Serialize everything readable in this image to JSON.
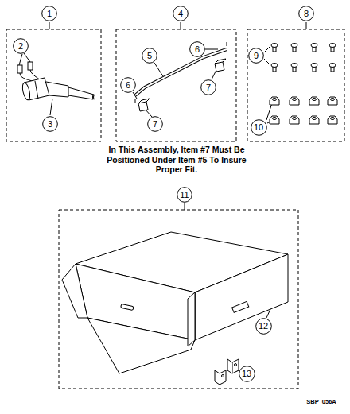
{
  "diagram": {
    "nodes": [
      {
        "text": [
          "1"
        ]
      },
      {
        "text": [
          "4"
        ]
      },
      {
        "text": [
          "8"
        ]
      },
      {
        "text": [
          "2"
        ]
      },
      {
        "text": [
          "6"
        ]
      },
      {
        "text": [
          "5"
        ]
      },
      {
        "text": [
          "9"
        ]
      },
      {
        "text": [
          "6"
        ]
      },
      {
        "text": [
          "7"
        ]
      },
      {
        "text": [
          "7"
        ]
      },
      {
        "text": [
          "10"
        ]
      },
      {
        "text": [
          "3"
        ]
      },
      {
        "text": [
          "11"
        ]
      },
      {
        "text": [
          "12"
        ]
      },
      {
        "text": [
          "13"
        ]
      }
    ],
    "labels": [
      "In This Assembly, Item #7 Must Be Positioned Under Item #5 To Insure Proper Fit.",
      "SBP_056A"
    ]
  }
}
